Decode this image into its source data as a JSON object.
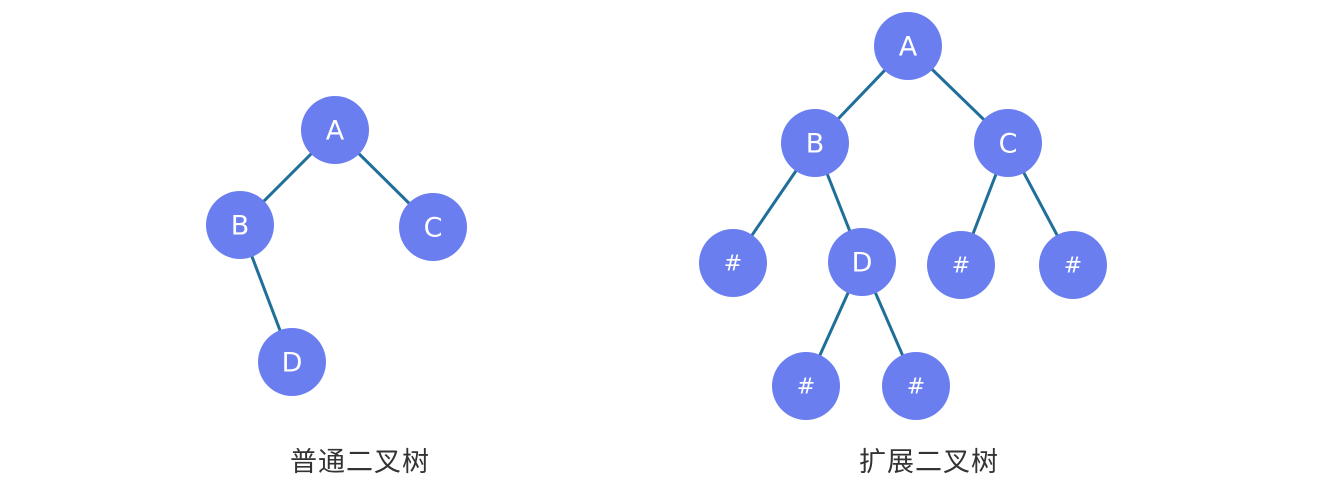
{
  "left_tree": {
    "caption": "普通二叉树",
    "nodes": [
      {
        "id": "A",
        "label": "A"
      },
      {
        "id": "B",
        "label": "B"
      },
      {
        "id": "C",
        "label": "C"
      },
      {
        "id": "D",
        "label": "D"
      }
    ],
    "edges": [
      [
        "A",
        "B"
      ],
      [
        "A",
        "C"
      ],
      [
        "B",
        "D"
      ]
    ]
  },
  "right_tree": {
    "caption": "扩展二叉树",
    "nodes": [
      {
        "id": "A",
        "label": "A"
      },
      {
        "id": "B",
        "label": "B"
      },
      {
        "id": "C",
        "label": "C"
      },
      {
        "id": "B_left",
        "label": "#"
      },
      {
        "id": "D",
        "label": "D"
      },
      {
        "id": "C_left",
        "label": "#"
      },
      {
        "id": "C_right",
        "label": "#"
      },
      {
        "id": "D_left",
        "label": "#"
      },
      {
        "id": "D_right",
        "label": "#"
      }
    ],
    "edges": [
      [
        "A",
        "B"
      ],
      [
        "A",
        "C"
      ],
      [
        "B",
        "B_left"
      ],
      [
        "B",
        "D"
      ],
      [
        "C",
        "C_left"
      ],
      [
        "C",
        "C_right"
      ],
      [
        "D",
        "D_left"
      ],
      [
        "D",
        "D_right"
      ]
    ]
  },
  "colors": {
    "node": "#6a7ef0",
    "edge": "#1f6f9a",
    "label": "#ffffff"
  }
}
